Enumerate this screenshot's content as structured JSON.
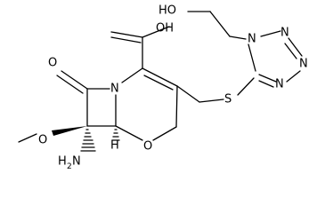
{
  "molecule": {
    "atom_labels": {
      "ho": "HO",
      "oh": "OH",
      "o_ketone": "O",
      "n_ring": "N",
      "o_ring": "O",
      "o_methoxy": "O",
      "s": "S",
      "n1": "N",
      "n2": "N",
      "n3": "N",
      "n4": "N",
      "h2n_h": "H",
      "h2n_2": "2",
      "h2n_n": "N",
      "h_bridge": "H"
    }
  }
}
